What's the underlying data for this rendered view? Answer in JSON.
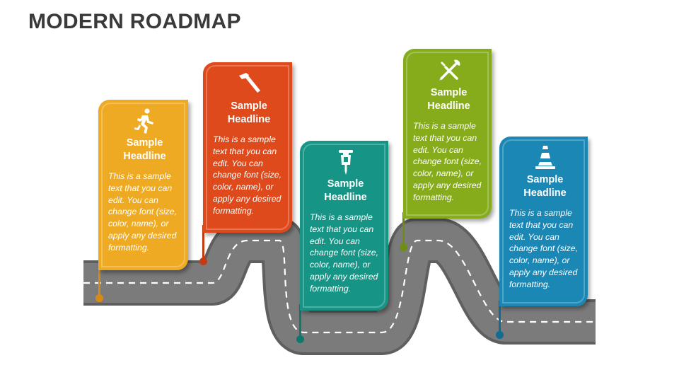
{
  "title": "MODERN ROADMAP",
  "colors": {
    "road": "#7b7b7b",
    "road_edge": "#5f5f5f",
    "lane": "#ffffff"
  },
  "cards": [
    {
      "headline": "Sample Headline",
      "body": "This is a sample text that you can edit. You can change font (size, color, name), or apply any desired formatting.",
      "color": "#eeaa22",
      "pin_color": "#d88a14",
      "icon": "running-person-icon"
    },
    {
      "headline": "Sample Headline",
      "body": "This is a sample text that you can edit. You can change font (size, color, name), or apply any desired formatting.",
      "color": "#df4a1c",
      "pin_color": "#c43a12",
      "icon": "hammer-icon"
    },
    {
      "headline": "Sample Headline",
      "body": "This is a sample text that you can edit. You can change font (size, color, name), or apply any desired formatting.",
      "color": "#169485",
      "pin_color": "#0f786b",
      "icon": "jackhammer-icon"
    },
    {
      "headline": "Sample Headline",
      "body": "This is a sample text that you can edit. You can change font (size, color, name), or apply any desired formatting.",
      "color": "#86ac1c",
      "pin_color": "#6d8e12",
      "icon": "wrench-screwdriver-icon"
    },
    {
      "headline": "Sample Headline",
      "body": "This is a sample text that you can edit. You can change font (size, color, name), or apply any desired formatting.",
      "color": "#1a87b4",
      "pin_color": "#116c92",
      "icon": "traffic-cone-icon"
    }
  ]
}
